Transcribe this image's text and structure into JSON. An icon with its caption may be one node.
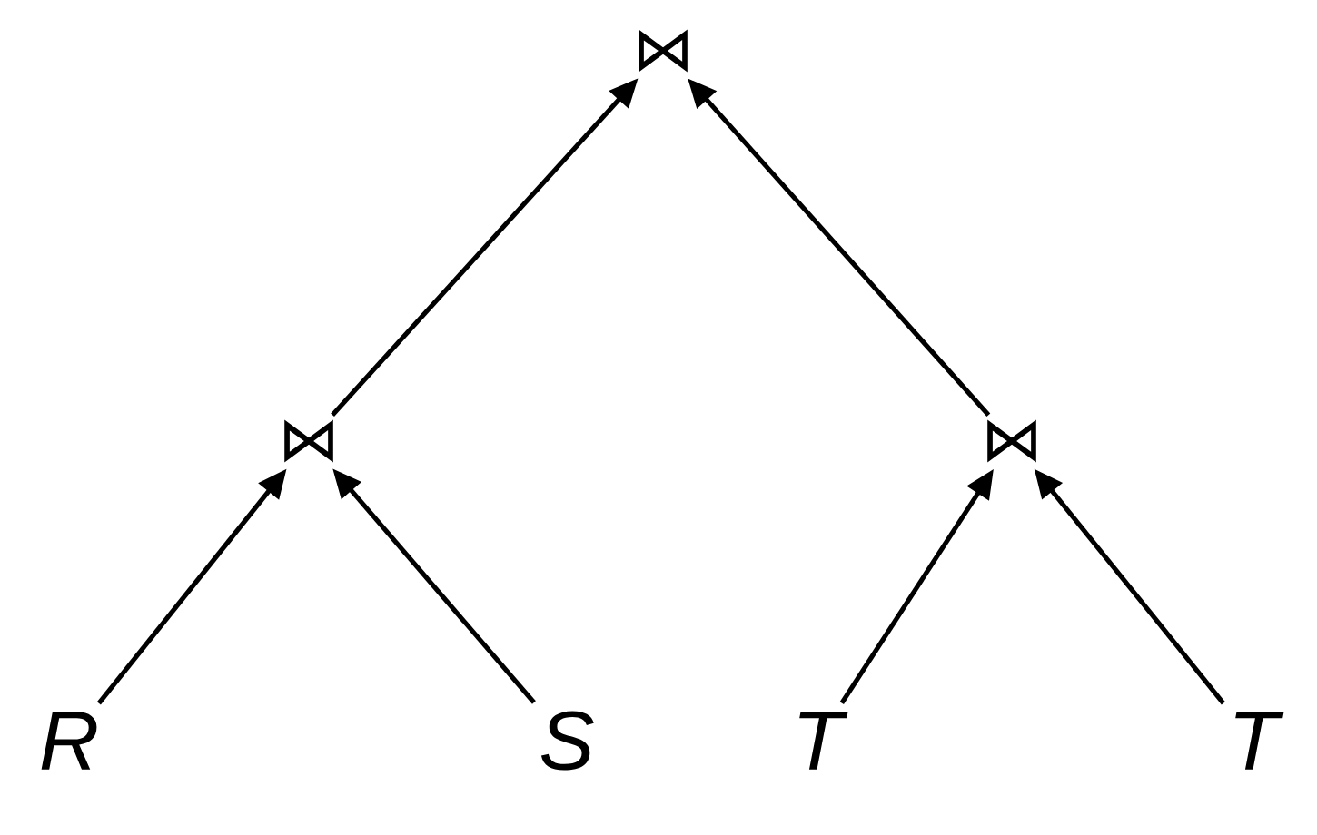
{
  "diagram": {
    "nodes": [
      {
        "text": [
          "⋈"
        ]
      },
      {
        "text": [
          "⋈"
        ]
      },
      {
        "text": [
          "⋈"
        ]
      },
      {
        "text": [
          "R"
        ]
      },
      {
        "text": [
          "S"
        ]
      },
      {
        "text": [
          "T"
        ]
      },
      {
        "text": [
          "T"
        ]
      }
    ],
    "edges": [
      {
        "from": 1,
        "to": 0,
        "arrow": "to"
      },
      {
        "from": 2,
        "to": 0,
        "arrow": "to"
      },
      {
        "from": 3,
        "to": 1,
        "arrow": "to"
      },
      {
        "from": 4,
        "to": 1,
        "arrow": "to"
      },
      {
        "from": 5,
        "to": 2,
        "arrow": "to"
      },
      {
        "from": 6,
        "to": 2,
        "arrow": "to"
      }
    ]
  }
}
